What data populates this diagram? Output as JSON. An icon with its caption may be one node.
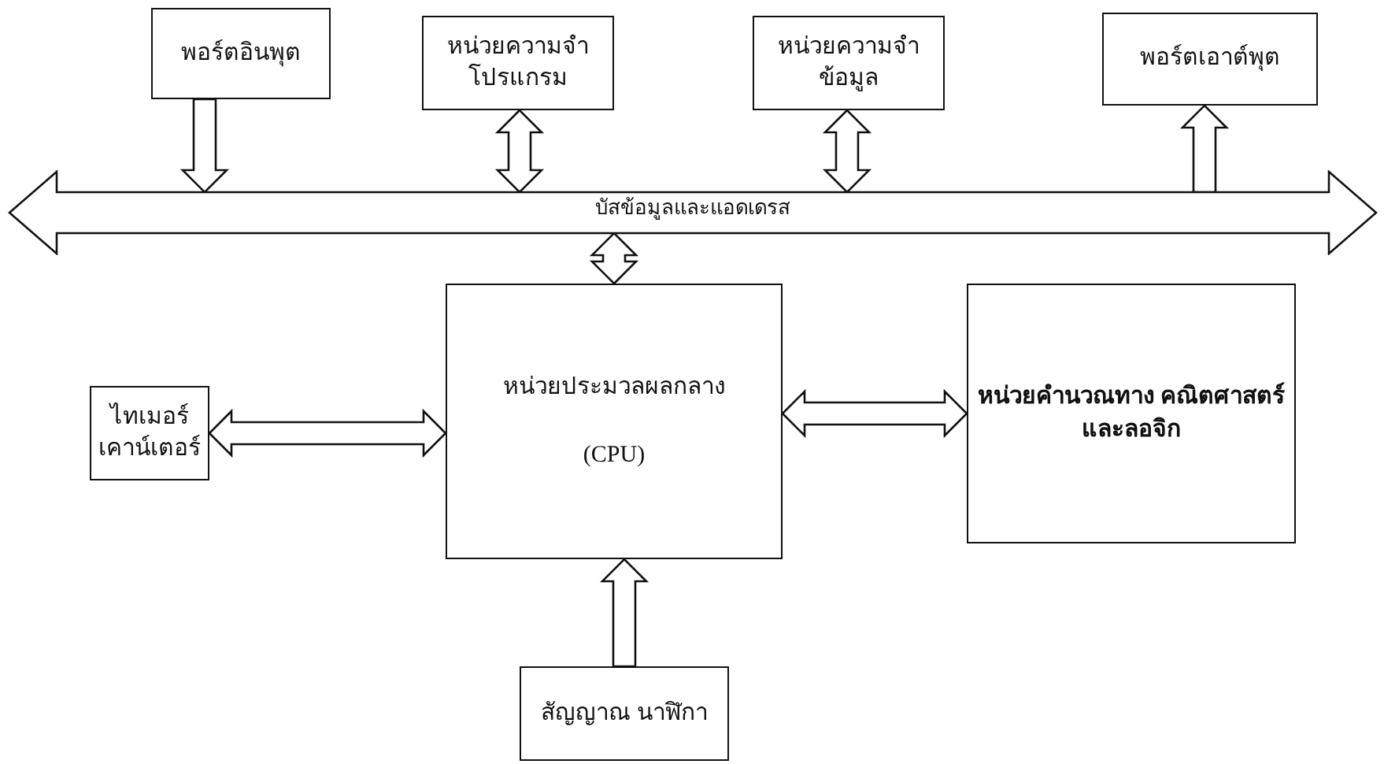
{
  "diagram": {
    "nodes": [
      {
        "text": [
          "พอร์ตอินพุต"
        ]
      },
      {
        "text": [
          "หน่วยความจำ โปรแกรม"
        ]
      },
      {
        "text": [
          "หน่วยความจำ ข้อมูล"
        ]
      },
      {
        "text": [
          "พอร์ตเอาต์พุต"
        ]
      },
      {
        "text": [
          "บัสข้อมูลและแอดเดรส"
        ]
      },
      {
        "text": [
          "หน่วยประมวลผลกลาง",
          "(CPU)"
        ]
      },
      {
        "text": [
          "หน่วยคำนวณทาง คณิตศาสตร์และลอจิก"
        ]
      },
      {
        "text": [
          "ไทเมอร์ เคาน์เตอร์"
        ]
      },
      {
        "text": [
          "สัญญาณ นาฬิกา"
        ]
      }
    ],
    "edges": [
      {
        "from": 0,
        "to": 4,
        "arrow": "to"
      },
      {
        "from": 1,
        "to": 4,
        "arrow": "both"
      },
      {
        "from": 2,
        "to": 4,
        "arrow": "both"
      },
      {
        "from": 4,
        "to": 3,
        "arrow": "to"
      },
      {
        "from": 4,
        "to": 5,
        "arrow": "both"
      },
      {
        "from": 7,
        "to": 5,
        "arrow": "both"
      },
      {
        "from": 5,
        "to": 6,
        "arrow": "both"
      },
      {
        "from": 8,
        "to": 5,
        "arrow": "to"
      }
    ]
  }
}
